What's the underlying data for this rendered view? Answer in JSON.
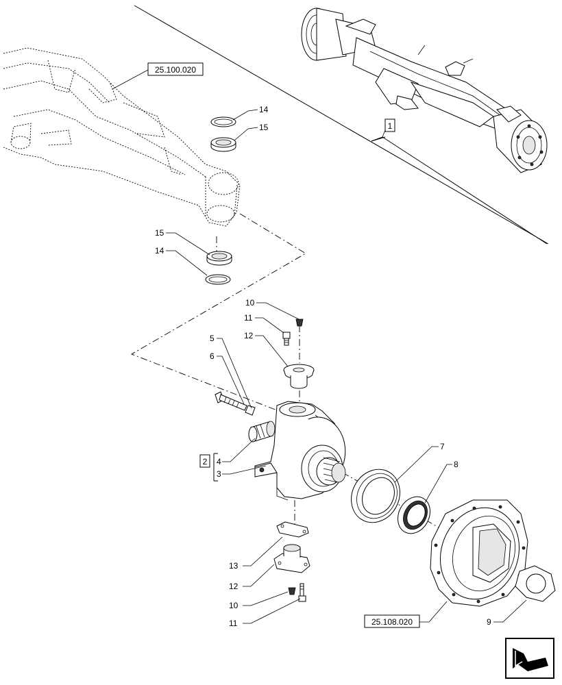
{
  "references": {
    "axle_housing": "25.100.020",
    "final_drive": "25.108.020",
    "overview": "1",
    "kit": "2"
  },
  "callouts": [
    {
      "id": "c14a",
      "text": "14"
    },
    {
      "id": "c15a",
      "text": "15"
    },
    {
      "id": "c15b",
      "text": "15"
    },
    {
      "id": "c14b",
      "text": "14"
    },
    {
      "id": "c10a",
      "text": "10"
    },
    {
      "id": "c11a",
      "text": "11"
    },
    {
      "id": "c12a",
      "text": "12"
    },
    {
      "id": "c5",
      "text": "5"
    },
    {
      "id": "c6",
      "text": "6"
    },
    {
      "id": "c4",
      "text": "4"
    },
    {
      "id": "c3",
      "text": "3"
    },
    {
      "id": "c7",
      "text": "7"
    },
    {
      "id": "c8",
      "text": "8"
    },
    {
      "id": "c13",
      "text": "13"
    },
    {
      "id": "c12b",
      "text": "12"
    },
    {
      "id": "c10b",
      "text": "10"
    },
    {
      "id": "c11b",
      "text": "11"
    },
    {
      "id": "c9",
      "text": "9"
    }
  ],
  "icons": {
    "nav": "next-page-arrow-icon"
  }
}
